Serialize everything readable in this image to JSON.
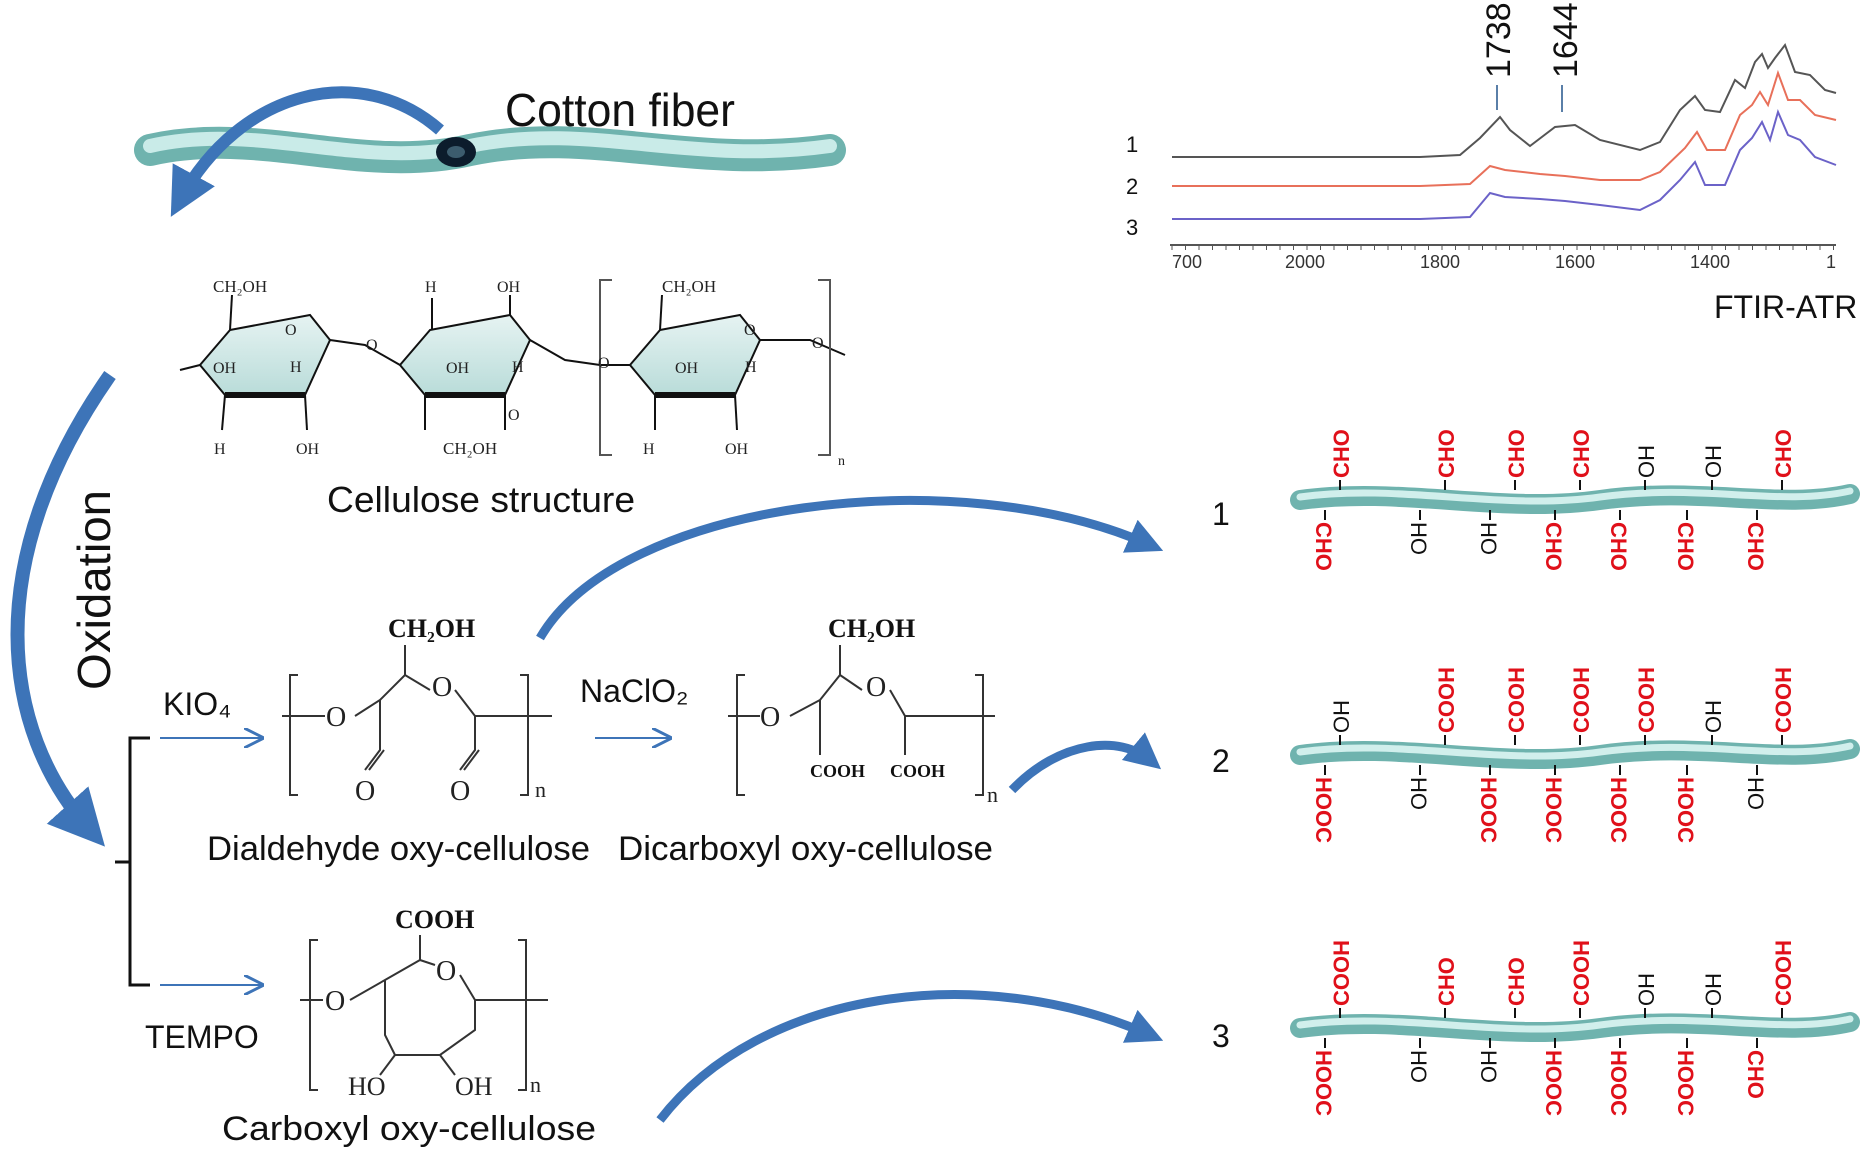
{
  "diagram": {
    "cotton_fiber": "Cotton fiber",
    "cellulose_structure": "Cellulose structure",
    "ch2oh": "CH₂OH",
    "oh": "OH",
    "h": "H",
    "o": "O",
    "n": "n",
    "oxidation": "Oxidation",
    "kio4": "KIO₄",
    "naclo2": "NaClO₂",
    "tempo": "TEMPO",
    "ch2oh_bold": "CH₂OH",
    "cooh": "COOH",
    "ho": "HO",
    "dialdehyde": "Dialdehyde oxy-cellulose",
    "dicarboxyl": "Dicarboxyl oxy-cellulose",
    "carboxyl": "Carboxyl oxy-cellulose",
    "ftir_label": "FTIR-ATR",
    "peak1": "1738",
    "peak2": "1644",
    "spectrum_labels": [
      "1",
      "2",
      "3"
    ],
    "ticks": [
      "700",
      "2000",
      "1800",
      "1600",
      "1400",
      "1"
    ],
    "row_numbers": [
      "1",
      "2",
      "3"
    ],
    "colors": {
      "fiber": "#a7dad6",
      "fiber_edge": "#6fb3ae",
      "arrow": "#3d74b8",
      "red": "#e0101a",
      "spec1": "#555555",
      "spec2": "#e8705a",
      "spec3": "#6b62c8"
    },
    "chains": [
      {
        "top": [
          "CHO",
          "CHO",
          "CHO",
          "CHO",
          "OH",
          "OH",
          "CHO"
        ],
        "bottom": [
          "CHO",
          "HO",
          "HO",
          "CHO",
          "CHO",
          "CHO",
          "CHO"
        ]
      },
      {
        "top": [
          "OH",
          "COOH",
          "COOH",
          "COOH",
          "COOH",
          "OH",
          "COOH"
        ],
        "bottom": [
          "HOOC",
          "HO",
          "HOOC",
          "HOOC",
          "HOOC",
          "HOOC",
          "HO"
        ]
      },
      {
        "top": [
          "COOH",
          "CHO",
          "CHO",
          "COOH",
          "OH",
          "OH",
          "COOH"
        ],
        "bottom": [
          "HOOC",
          "HO",
          "HO",
          "HOOC",
          "HOOC",
          "HOOC",
          "CHO"
        ]
      }
    ]
  }
}
